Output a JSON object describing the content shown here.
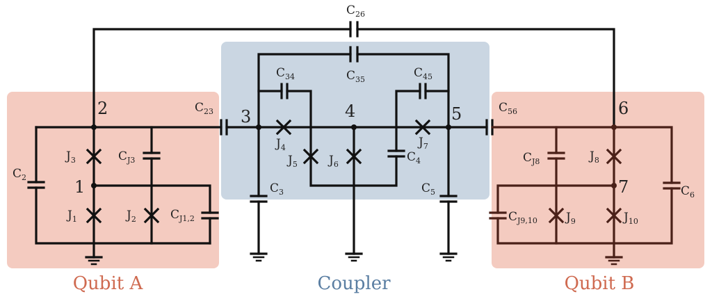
{
  "colors": {
    "qubit_bg": "#f4cbc0",
    "coupler_bg": "#cad6e2",
    "qubit_label": "#cf6a50",
    "coupler_label": "#5a7ea2",
    "wire": "#111111",
    "wire_qubit_b": "#4a2018"
  },
  "regions": {
    "qubit_a": "Qubit A",
    "coupler": "Coupler",
    "qubit_b": "Qubit B"
  },
  "nodes": [
    "1",
    "2",
    "3",
    "4",
    "5",
    "6",
    "7"
  ],
  "components": {
    "C26": {
      "main": "C",
      "sub": "26"
    },
    "C35": {
      "main": "C",
      "sub": "35"
    },
    "C34": {
      "main": "C",
      "sub": "34"
    },
    "C45": {
      "main": "C",
      "sub": "45"
    },
    "C23": {
      "main": "C",
      "sub": "23"
    },
    "C56": {
      "main": "C",
      "sub": "56"
    },
    "C2": {
      "main": "C",
      "sub": "2"
    },
    "C3": {
      "main": "C",
      "sub": "3"
    },
    "C4": {
      "main": "C",
      "sub": "4"
    },
    "C5": {
      "main": "C",
      "sub": "5"
    },
    "C6": {
      "main": "C",
      "sub": "6"
    },
    "CJ3": {
      "main": "C",
      "sub": "J3"
    },
    "CJ12": {
      "main": "C",
      "sub": "J1,2"
    },
    "CJ8": {
      "main": "C",
      "sub": "J8"
    },
    "CJ910": {
      "main": "C",
      "sub": "J9,10"
    },
    "J1": {
      "main": "J",
      "sub": "1"
    },
    "J2": {
      "main": "J",
      "sub": "2"
    },
    "J3": {
      "main": "J",
      "sub": "3"
    },
    "J4": {
      "main": "J",
      "sub": "4"
    },
    "J5": {
      "main": "J",
      "sub": "5"
    },
    "J6": {
      "main": "J",
      "sub": "6"
    },
    "J7": {
      "main": "J",
      "sub": "7"
    },
    "J8": {
      "main": "J",
      "sub": "8"
    },
    "J9": {
      "main": "J",
      "sub": "9"
    },
    "J10": {
      "main": "J",
      "sub": "10"
    }
  }
}
